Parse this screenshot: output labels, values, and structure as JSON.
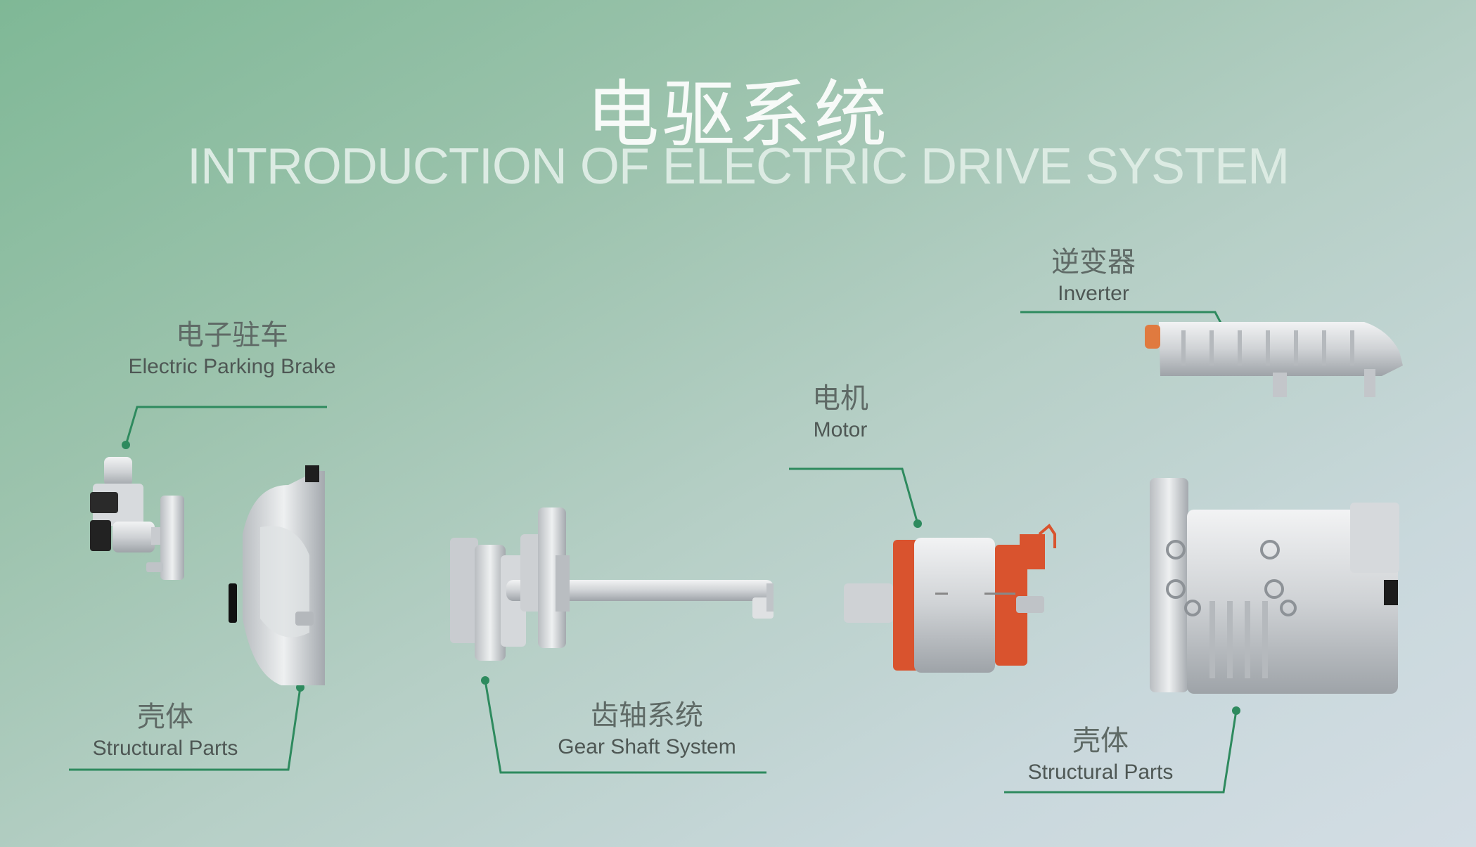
{
  "title": {
    "cn": "电驱系统",
    "en": "INTRODUCTION OF  ELECTRIC DRIVE SYSTEM"
  },
  "labels": {
    "parking_brake": {
      "cn": "电子驻车",
      "en": "Electric Parking Brake"
    },
    "structural_left": {
      "cn": "壳体",
      "en": "Structural Parts"
    },
    "gear_shaft": {
      "cn": "齿轴系统",
      "en": "Gear Shaft System"
    },
    "motor": {
      "cn": "电机",
      "en": "Motor"
    },
    "inverter": {
      "cn": "逆变器",
      "en": "Inverter"
    },
    "structural_right": {
      "cn": "壳体",
      "en": "Structural Parts"
    }
  },
  "colors": {
    "leader_line": "#2e8a5e",
    "metal_light": "#e6e8ea",
    "metal_dark": "#a9adb1",
    "copper": "#d9532e",
    "black": "#1c1c1c"
  }
}
